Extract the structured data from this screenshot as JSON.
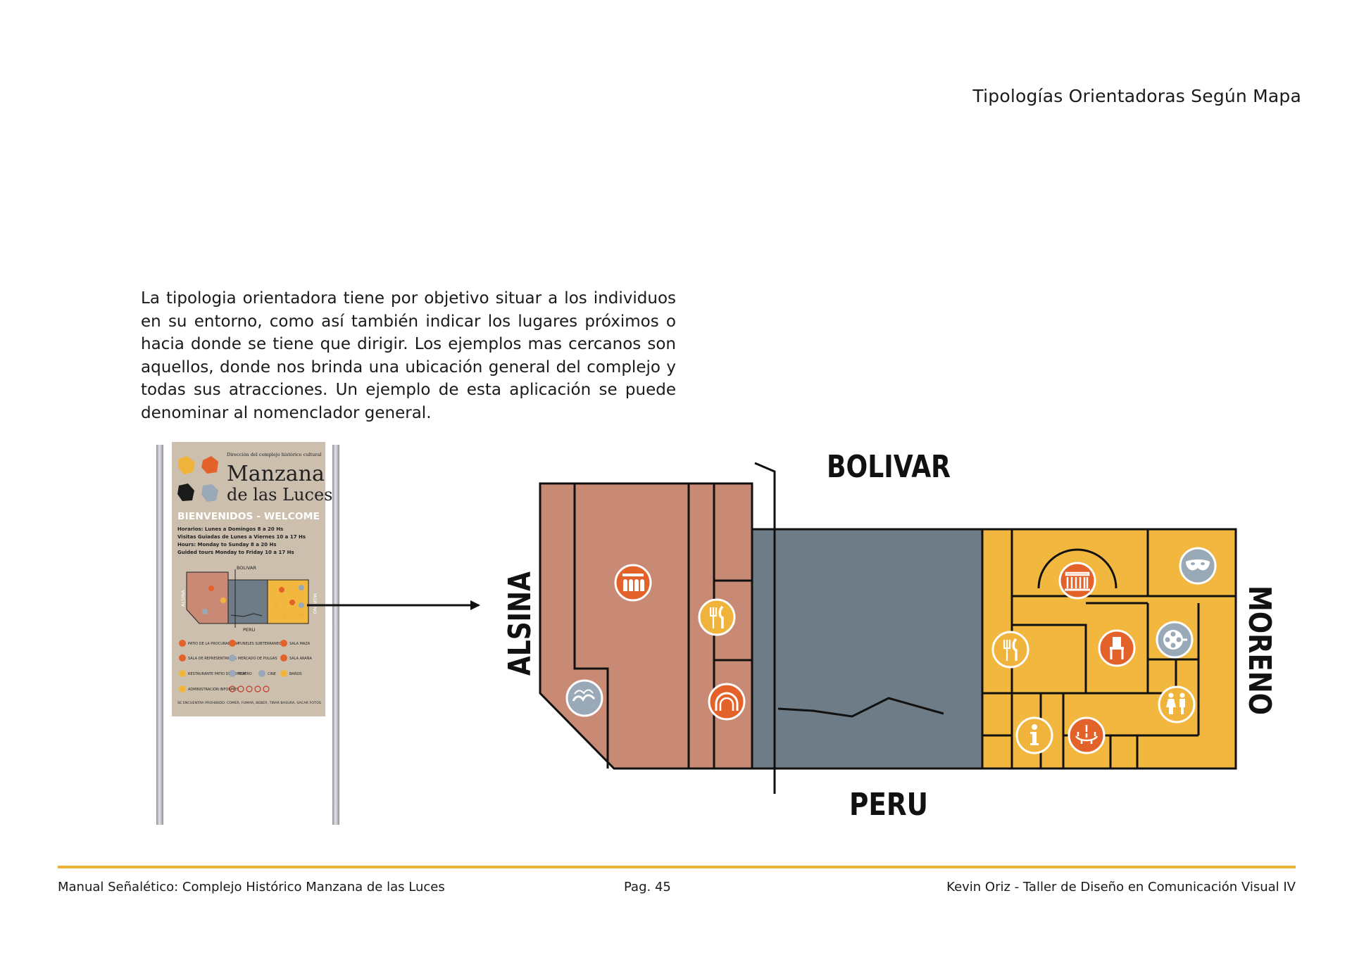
{
  "header": {
    "title": "Tipologías Orientadoras Según Mapa"
  },
  "intro": {
    "text": "La tipologia orientadora tiene por objetivo situar a los individuos en su entorno, como así también indicar los lugares próximos o hacia  donde se tiene que dirigir. Los ejemplos mas cercanos son aquellos, donde nos brinda una ubicación general del complejo y todas sus atracciones. Un ejemplo de esta aplicación se puede denominar al nomenclador general."
  },
  "sign": {
    "subtitle": "Dirección del complejo histórico cultural",
    "title_line1": "Manzana",
    "title_line2": "de las Luces",
    "welcome": "BIENVENIDOS - WELCOME",
    "hours": [
      "Horarios: Lunes a Domingos 8 a 20 Hs",
      "Visitas Guiadas de Lunes a Viernes 10 a 17 Hs",
      "Hours: Monday to Sunday 8 a 20 Hs",
      "Guided tours Monday to Friday 10 a 17 Hs"
    ],
    "mini_streets": {
      "top": "BOLIVAR",
      "bottom": "PERU",
      "left": "ALSINA",
      "right": "MORENO"
    },
    "legend": [
      {
        "label": "PATIO DE LA PROCURADURIA",
        "icon": "arches-icon",
        "color": "#e2622a"
      },
      {
        "label": "TUNELES SUBTERRANEOS",
        "icon": "tunnel-icon",
        "color": "#e2622a"
      },
      {
        "label": "SALA MAZA",
        "icon": "chair-icon",
        "color": "#e2622a"
      },
      {
        "label": "SALA DE REPRESENTANTES",
        "icon": "hall-icon",
        "color": "#e2622a"
      },
      {
        "label": "MERCADO DE PULGAS",
        "icon": "market-icon",
        "color": "#9aa9b8"
      },
      {
        "label": "SALA ARAÑA",
        "icon": "chandelier-icon",
        "color": "#e2622a"
      },
      {
        "label": "RESTAURANTE PATIO DE COMIDA",
        "icon": "fork-knife-icon",
        "color": "#f0b43c"
      },
      {
        "label": "TEATRO",
        "icon": "mask-icon",
        "color": "#9aa9b8"
      },
      {
        "label": "CINE",
        "icon": "film-icon",
        "color": "#9aa9b8"
      },
      {
        "label": "BAÑOS",
        "icon": "restroom-icon",
        "color": "#f0b43c"
      },
      {
        "label": "ADMINISTRACION INFORMES",
        "icon": "info-icon",
        "color": "#f0b43c"
      }
    ],
    "prohibited": "SE ENCUENTRA PROHIBIDO: COMER, FUMAR, BEBER, TIRAR BASURA, SACAR FOTOS"
  },
  "map": {
    "streets": {
      "top": "BOLIVAR",
      "bottom": "PERU",
      "left": "ALSINA",
      "right": "MORENO"
    },
    "colors": {
      "west": "#c98a75",
      "center": "#6e7c87",
      "east": "#f2b73f",
      "orange_icon": "#e2622a",
      "grey_icon": "#9aa9b8",
      "yellow_icon": "#f0b43c"
    },
    "icons": [
      "arches-icon",
      "fork-knife-icon",
      "tunnel-icon",
      "market-icon",
      "hall-icon",
      "mask-icon",
      "fork-knife-icon",
      "chair-icon",
      "film-icon",
      "restroom-icon",
      "info-icon",
      "chandelier-icon"
    ]
  },
  "footer": {
    "left": "Manual Señalético: Complejo Histórico Manzana de las Luces",
    "center": "Pag. 45",
    "right": "Kevin Oriz - Taller de Diseño en Comunicación Visual IV"
  }
}
